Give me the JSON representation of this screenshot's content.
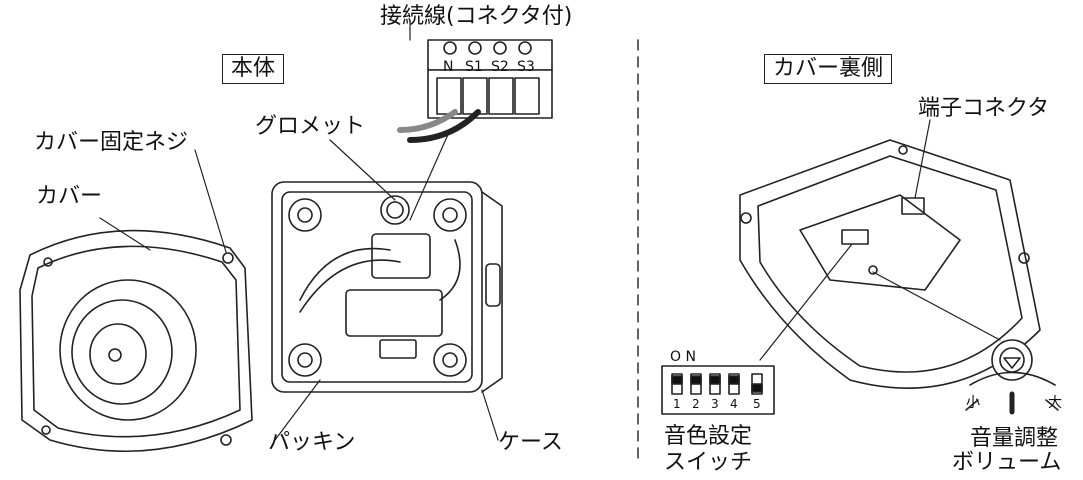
{
  "left_section": {
    "title": "本体",
    "labels": {
      "connection_wire": "接続線(コネクタ付)",
      "grommet": "グロメット",
      "cover_screw": "カバー固定ネジ",
      "cover": "カバー",
      "packing": "パッキン",
      "case": "ケース"
    },
    "terminals": [
      "N",
      "S1",
      "S2",
      "S3"
    ]
  },
  "right_section": {
    "title": "カバー裏側",
    "labels": {
      "terminal_connector": "端子コネクタ",
      "tone_switch": [
        "音色設定",
        "スイッチ"
      ],
      "volume": [
        "音量調整",
        "ボリューム"
      ]
    },
    "dip_switch": {
      "on_label": "O N",
      "numbers": [
        "1",
        "2",
        "3",
        "4",
        "5"
      ]
    },
    "volume_scale": {
      "min_label": "小",
      "max_label": "大"
    }
  }
}
